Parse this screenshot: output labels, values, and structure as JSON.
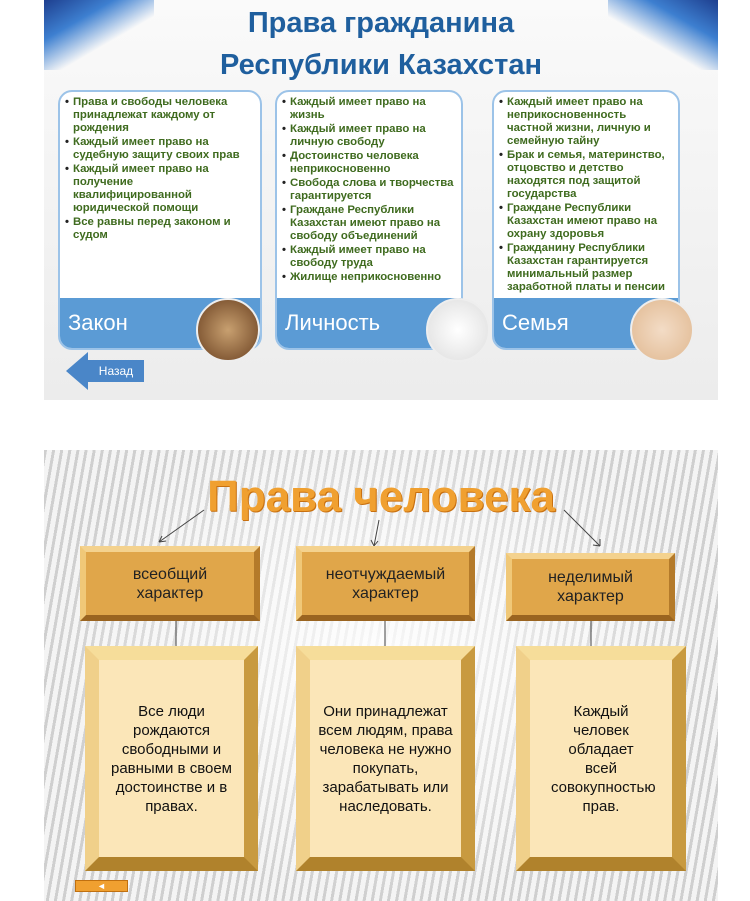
{
  "slide1": {
    "title_line1": "Права гражданина",
    "title_line2": "Республики Казахстан",
    "columns": [
      {
        "label": "Закон",
        "icon": "gavel-icon",
        "items": [
          "Права и свободы человека принадлежат каждому от рождения",
          "Каждый имеет право на судебную защиту своих прав",
          "Каждый имеет право на получение квалифицированной юридической помощи",
          "Все равны перед законом и судом"
        ]
      },
      {
        "label": "Личность",
        "icon": "person-check-icon",
        "items": [
          "Каждый имеет право на жизнь",
          "Каждый имеет право на личную свободу",
          "Достоинство человека неприкосновенно",
          "Свобода слова и творчества гарантируется",
          "Граждане Республики Казахстан имеют право на свободу объединений",
          "Каждый имеет право на свободу труда",
          "Жилище неприкосновенно"
        ]
      },
      {
        "label": "Семья",
        "icon": "family-icon",
        "items": [
          "Каждый имеет право на неприкосновенность частной жизни, личную и семейную тайну",
          "Брак и семья, материнство, отцовство и детство находятся под защитой государства",
          "Граждане Республики Казахстан имеют право на охрану здоровья",
          "Гражданину Республики Казахстан гарантируется минимальный размер заработной платы и пенсии"
        ]
      }
    ],
    "back_label": "Назад"
  },
  "slide2": {
    "title": "Права человека",
    "headers": [
      "всеобщий характер",
      "неотчуждаемый характер",
      "неделимый характер"
    ],
    "descriptions": [
      "Все люди рождаются свободными и равными в своем достоинстве и в правах.",
      "Они принадлежат всем людям, права человека не нужно покупать, зарабатывать или наследовать.",
      "Каждый человек обладает всей совокупностью прав."
    ],
    "nav_label": "◄"
  }
}
